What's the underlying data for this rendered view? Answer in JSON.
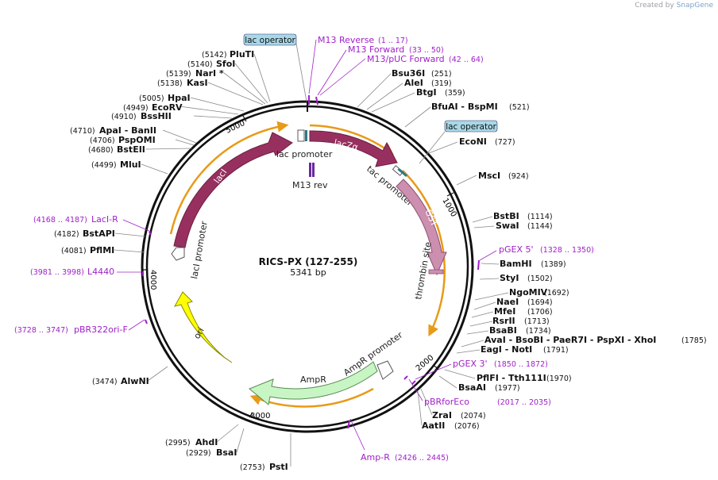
{
  "credit": {
    "prefix": "Created by",
    "brand": "SnapGene"
  },
  "plasmid": {
    "name": "RICS-PX (127-255)",
    "length": "5341 bp"
  },
  "colors": {
    "lacI": "#98305f",
    "lacZ": "#98305f",
    "gst": "#cc8faf",
    "ampR": "#c8f5c4",
    "ori": "#ffff00",
    "primer": "#a020c8",
    "orf": "#e89a18"
  },
  "ticks": [
    "1000",
    "2000",
    "3000",
    "4000",
    "5000"
  ],
  "features": {
    "lacI": "lacI",
    "lacZa": "lacZα",
    "gst": "GST",
    "ampR": "AmpR",
    "ori": "ori",
    "lacI_promoter": "lacI promoter",
    "lac_promoter": "lac promoter",
    "tac_promoter": "tac promoter",
    "ampR_promoter": "AmpR promoter",
    "thrombin_site": "thrombin site",
    "m13_rev": "M13 rev",
    "lac_operator_1": "lac operator",
    "lac_operator_2": "lac operator"
  },
  "primers": [
    {
      "name": "M13 Reverse",
      "pos": "(1 .. 17)"
    },
    {
      "name": "M13 Forward",
      "pos": "(33 .. 50)"
    },
    {
      "name": "M13/pUC Forward",
      "pos": "(42 .. 64)"
    },
    {
      "name": "pGEX 5'",
      "pos": "(1328 .. 1350)"
    },
    {
      "name": "pGEX 3'",
      "pos": "(1850 .. 1872)"
    },
    {
      "name": "pBRforEco",
      "pos": "(2017 .. 2035)"
    },
    {
      "name": "Amp-R",
      "pos": "(2426 .. 2445)"
    },
    {
      "name": "pBR322ori-F",
      "pos": "(3728 .. 3747)"
    },
    {
      "name": "L4440",
      "pos": "(3981 .. 3998)"
    },
    {
      "name": "LacI-R",
      "pos": "(4168 .. 4187)"
    }
  ],
  "sites_left": [
    {
      "name": "PluTI",
      "pos": "(5142)"
    },
    {
      "name": "SfoI",
      "pos": "(5140)"
    },
    {
      "name": "NarI *",
      "pos": "(5139)"
    },
    {
      "name": "KasI",
      "pos": "(5138)"
    },
    {
      "name": "HpaI",
      "pos": "(5005)"
    },
    {
      "name": "EcoRV",
      "pos": "(4949)"
    },
    {
      "name": "BssHII",
      "pos": "(4910)"
    },
    {
      "name": "ApaI  -  BanII",
      "pos": "(4710)"
    },
    {
      "name": "PspOMI",
      "pos": "(4706)"
    },
    {
      "name": "BstEII",
      "pos": "(4680)"
    },
    {
      "name": "MluI",
      "pos": "(4499)"
    },
    {
      "name": "BstAPI",
      "pos": "(4182)"
    },
    {
      "name": "PflMI",
      "pos": "(4081)"
    },
    {
      "name": "AlwNI",
      "pos": "(3474)"
    },
    {
      "name": "AhdI",
      "pos": "(2995)"
    },
    {
      "name": "BsaI",
      "pos": "(2929)"
    },
    {
      "name": "PstI",
      "pos": "(2753)"
    }
  ],
  "sites_right": [
    {
      "name": "Bsu36I",
      "pos": "(251)"
    },
    {
      "name": "AleI",
      "pos": "(319)"
    },
    {
      "name": "BtgI",
      "pos": "(359)"
    },
    {
      "name": "BfuAI  -  BspMI",
      "pos": "(521)"
    },
    {
      "name": "EcoNI",
      "pos": "(727)"
    },
    {
      "name": "MscI",
      "pos": "(924)"
    },
    {
      "name": "BstBI",
      "pos": "(1114)"
    },
    {
      "name": "SwaI",
      "pos": "(1144)"
    },
    {
      "name": "BamHI",
      "pos": "(1389)"
    },
    {
      "name": "StyI",
      "pos": "(1502)"
    },
    {
      "name": "NgoMIV",
      "pos": "(1692)"
    },
    {
      "name": "NaeI",
      "pos": "(1694)"
    },
    {
      "name": "MfeI",
      "pos": "(1706)"
    },
    {
      "name": "RsrII",
      "pos": "(1713)"
    },
    {
      "name": "BsaBI",
      "pos": "(1734)"
    },
    {
      "name": "AvaI  -  BsoBI  -  PaeR7I  -  PspXI  -  XhoI",
      "pos": "(1785)"
    },
    {
      "name": "EagI  -  NotI",
      "pos": "(1791)"
    },
    {
      "name": "PflFI  -  Tth111I",
      "pos": "(1970)"
    },
    {
      "name": "BsaAI",
      "pos": "(1977)"
    },
    {
      "name": "ZraI",
      "pos": "(2074)"
    },
    {
      "name": "AatII",
      "pos": "(2076)"
    }
  ]
}
